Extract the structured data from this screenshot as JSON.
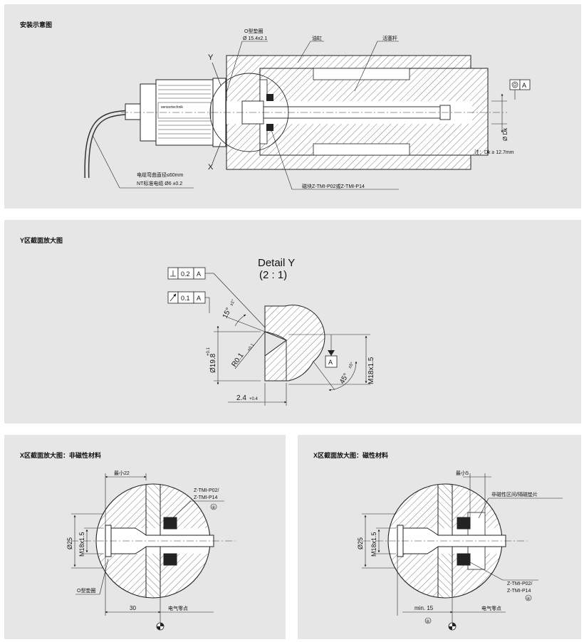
{
  "panels": {
    "install": {
      "title": "安装示意图",
      "labels": {
        "oring": "O型垫圈",
        "oring_dim": "Ø 15.4x2.1",
        "cylinder": "油缸",
        "piston_rod": "活塞杆",
        "y_mark": "Y",
        "x_mark": "X",
        "cable_bend": "电缆弯曲直径≤60mm",
        "cable_std": "NT标准电缆 Ø6 ±0.2",
        "magnet": "磁块Z-TMI-P02或Z-TMI-P14",
        "dk": "Ø Dk",
        "note": "注：Dk ≥ 12.7mm",
        "datum": "A",
        "brand": "sensortechnik"
      }
    },
    "detail_y": {
      "title": "Y区截面放大图",
      "heading": "Detail Y",
      "scale": "(2 : 1)",
      "tol1_val": "0.2",
      "tol1_ref": "A",
      "tol2_val": "0.1",
      "tol2_ref": "A",
      "angle1": "15°",
      "angle1_tol": "±1°",
      "dia": "Ø19.8",
      "dia_tol": "+0.1",
      "radius": "R0.1",
      "radius_tol": "+0.1",
      "datum": "A",
      "angle2": "45°",
      "angle2_tol": "±5°",
      "thread": "M18x1.5",
      "depth": "2.4",
      "depth_tol": "+0.4"
    },
    "x_nonmag": {
      "title": "X区截面放大图：非磁性材料",
      "min_len": "最小22",
      "magnet_a": "Z-TMI-P02/",
      "magnet_b": "Z-TMI-P14",
      "circle_num": "④",
      "dia": "Ø25",
      "thread": "M18x1.5",
      "oring": "O型垫圈",
      "len": "30",
      "zero": "电气零点"
    },
    "x_mag": {
      "title": "X区截面放大图：磁性材料",
      "min_len": "最小5",
      "spacer": "非磁性区间/隔磁垫片",
      "dia": "Ø25",
      "thread": "M18x1.5",
      "magnet_a": "Z-TMI-P02/",
      "magnet_b": "Z-TMI-P14",
      "circle_num": "④",
      "min15": "min. 15",
      "circle_num2": "④",
      "zero": "电气零点"
    }
  }
}
